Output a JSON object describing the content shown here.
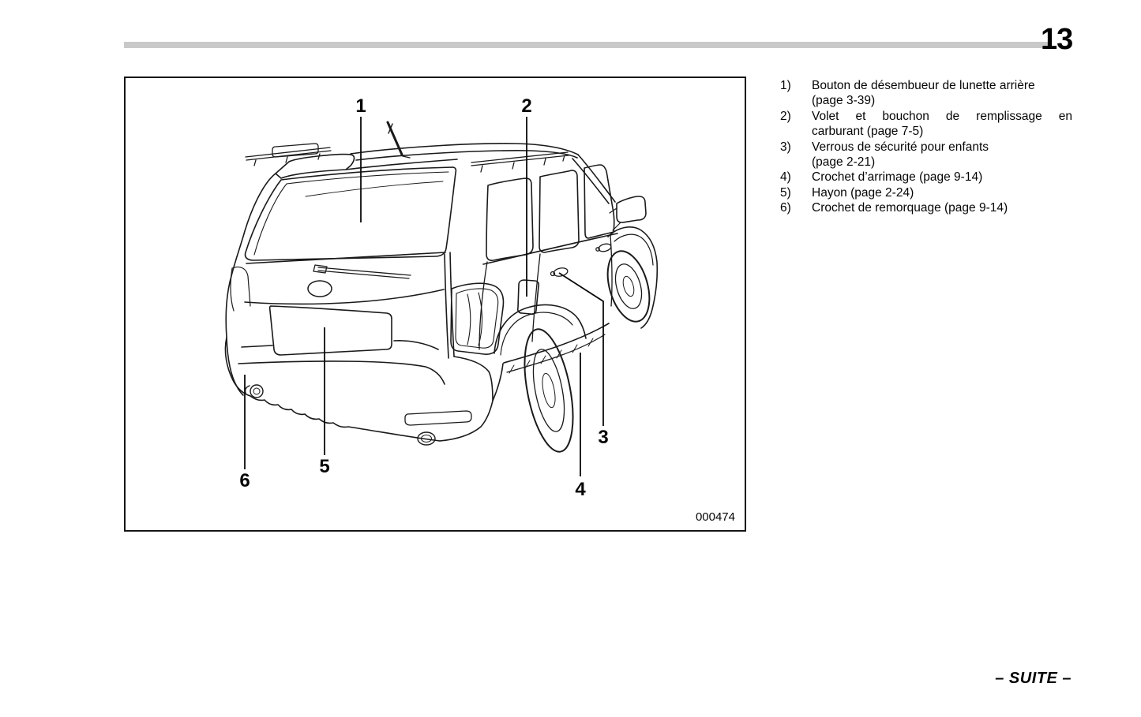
{
  "page": {
    "number": "13",
    "footer": "– SUITE –"
  },
  "colors": {
    "rule_gray": "#c9c9c9",
    "line_black": "#1a1a1a"
  },
  "figure": {
    "code": "000474",
    "callouts": [
      "1",
      "2",
      "3",
      "4",
      "5",
      "6"
    ],
    "subject": "rear-three-quarter line drawing of SUV"
  },
  "parts_list": {
    "items": [
      {
        "num": "1)",
        "lines": [
          "Bouton de désembueur de lunette arrière",
          "(page 3-39)"
        ],
        "justify": []
      },
      {
        "num": "2)",
        "lines": [
          "Volet et bouchon de remplissage en",
          "carburant (page 7-5)"
        ],
        "justify": [
          0
        ]
      },
      {
        "num": "3)",
        "lines": [
          "Verrous de sécurité pour enfants",
          "(page 2-21)"
        ],
        "justify": []
      },
      {
        "num": "4)",
        "lines": [
          "Crochet d’arrimage (page 9-14)"
        ],
        "justify": []
      },
      {
        "num": "5)",
        "lines": [
          "Hayon (page 2-24)"
        ],
        "justify": []
      },
      {
        "num": "6)",
        "lines": [
          "Crochet de remorquage (page 9-14)"
        ],
        "justify": []
      }
    ]
  }
}
